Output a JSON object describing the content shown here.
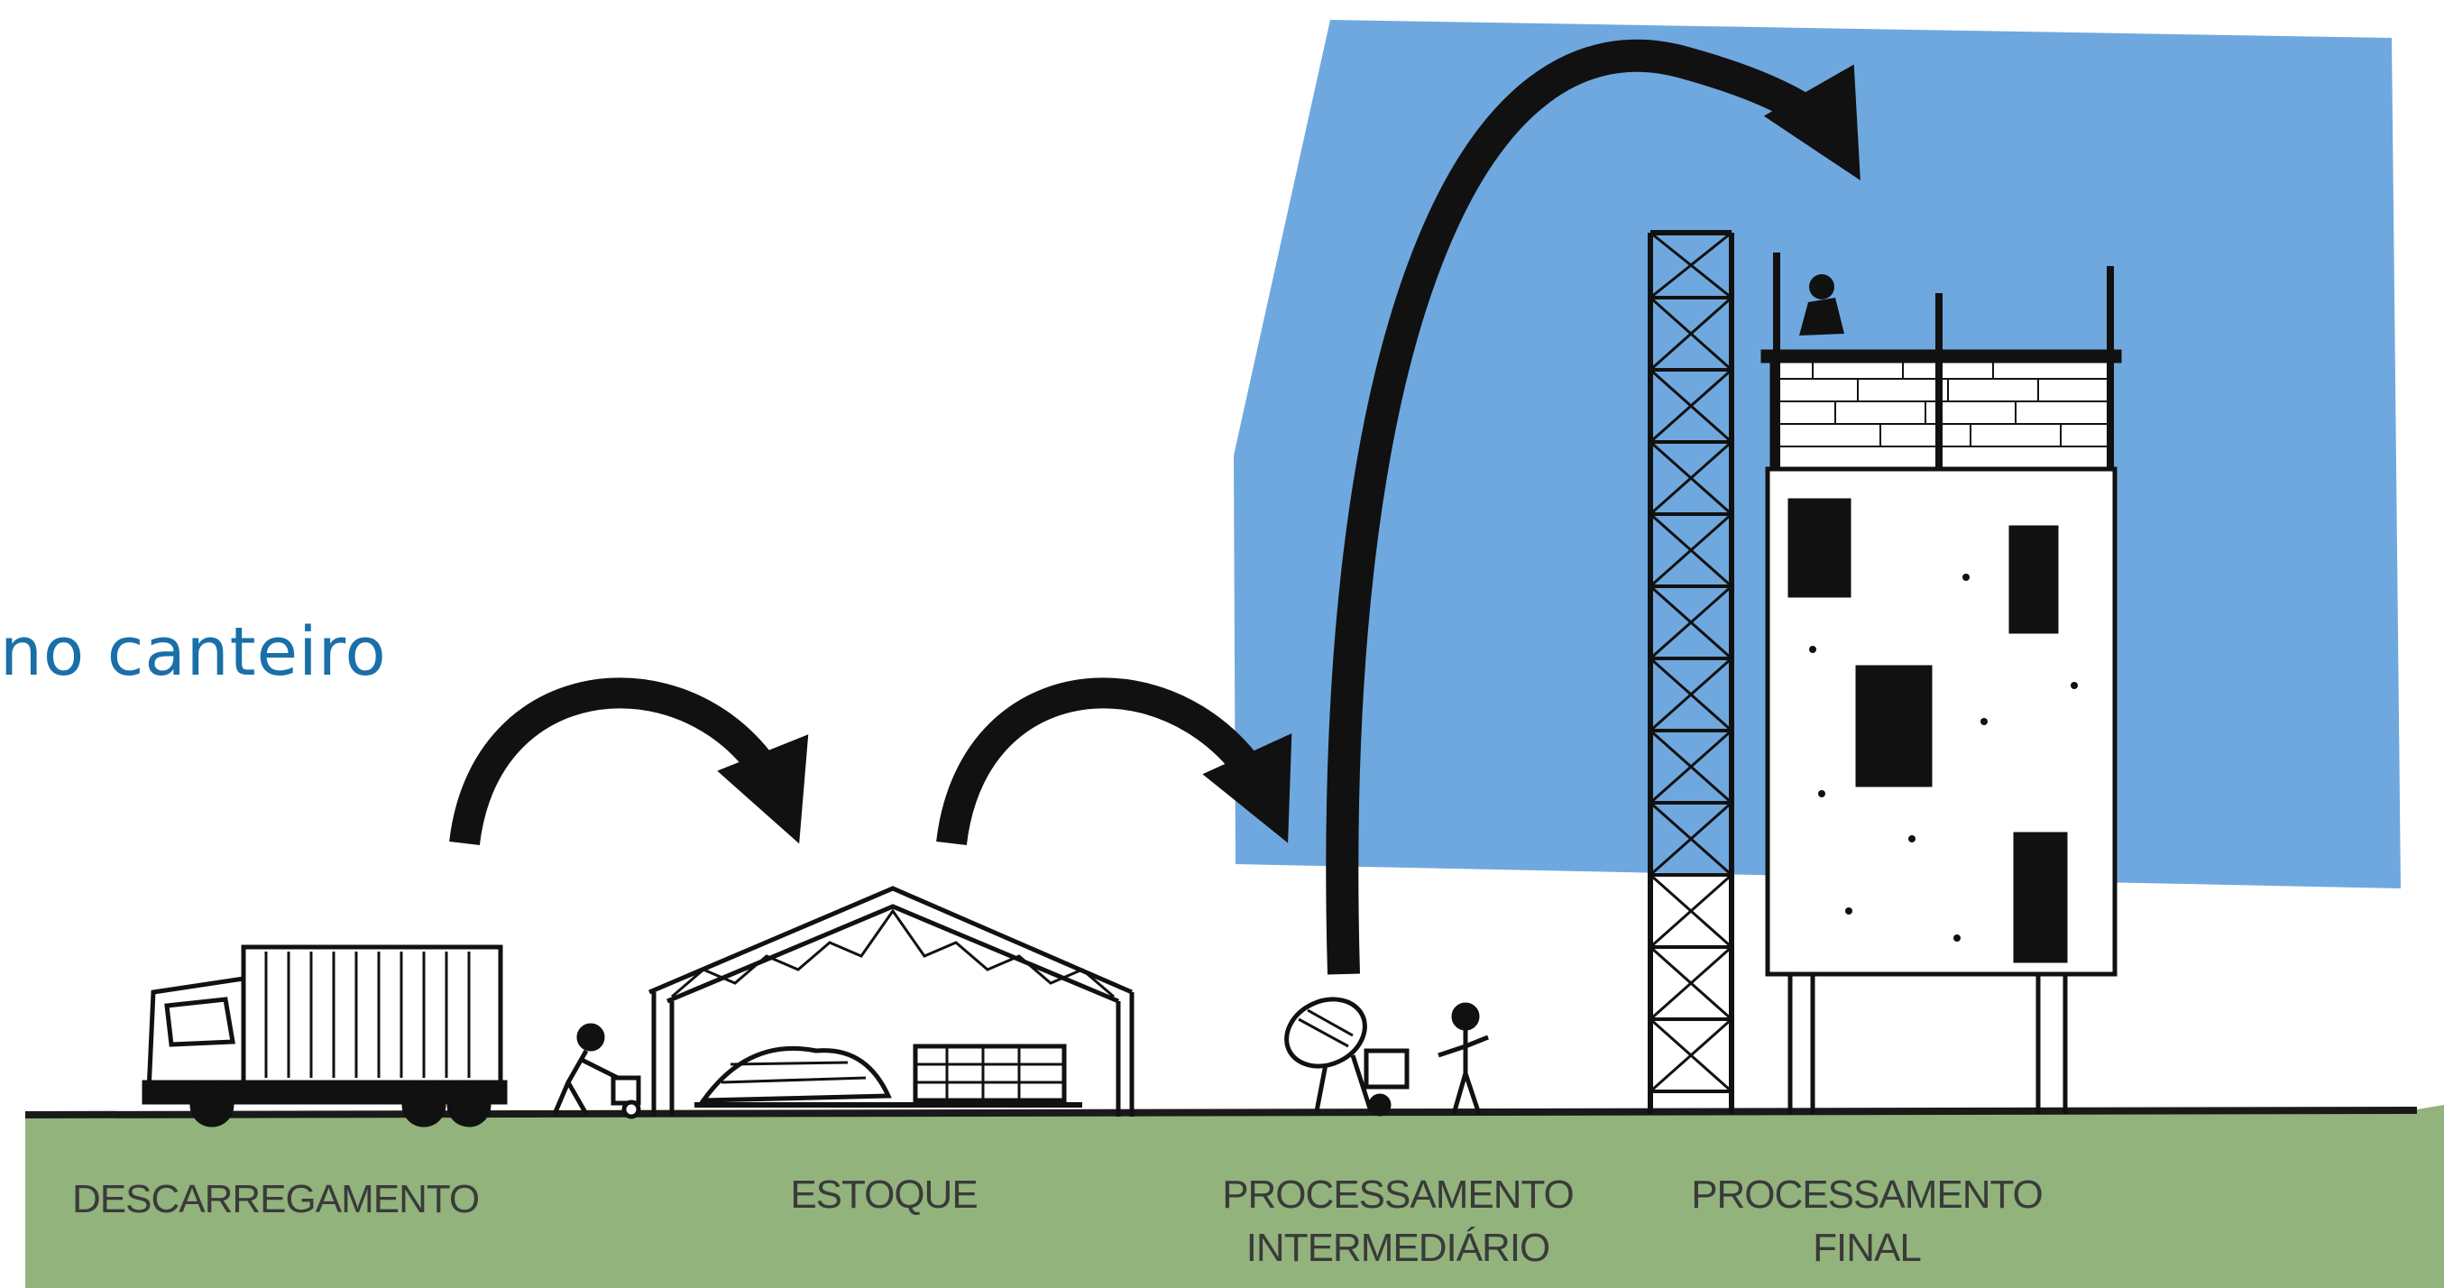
{
  "heading": "no canteiro",
  "stages": [
    {
      "lines": [
        "DESCARREGAMENTO"
      ]
    },
    {
      "lines": [
        "ESTOQUE"
      ]
    },
    {
      "lines": [
        "PROCESSAMENTO",
        "INTERMEDIÁRIO"
      ]
    },
    {
      "lines": [
        "PROCESSAMENTO",
        "FINAL"
      ]
    }
  ],
  "colors": {
    "sky": "#6fa8de",
    "ground": "#92b37c",
    "heading": "#1a6fa8",
    "ink": "#111111",
    "label": "#3a3a3a"
  },
  "icons": [
    "truck-icon",
    "warehouse-icon",
    "concrete-mixer-icon",
    "tower-crane-icon",
    "building-icon",
    "worker-icon",
    "flow-arrow-icon"
  ]
}
